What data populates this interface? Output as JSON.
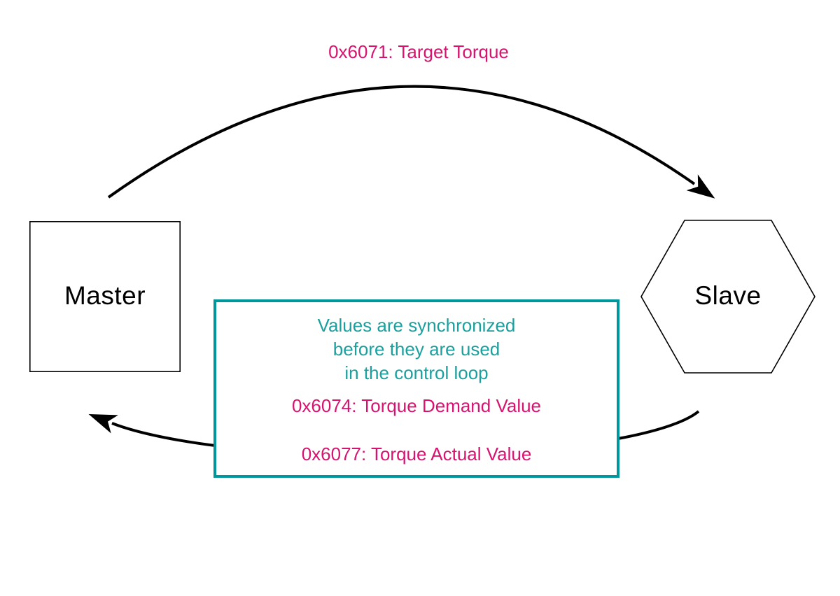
{
  "title": "0x6071: Target Torque",
  "master": {
    "label": "Master"
  },
  "slave": {
    "label": "Slave"
  },
  "sync_box": {
    "note_lines": [
      "Values are synchronized",
      "before they are used",
      "in the control loop"
    ],
    "torque_demand": "0x6074: Torque Demand Value",
    "torque_actual": "0x6077: Torque Actual Value"
  },
  "colors": {
    "pink": "#d6146f",
    "teal_border": "#00979c",
    "teal_text": "#1aa09e",
    "line": "#000000",
    "background": "#ffffff"
  }
}
